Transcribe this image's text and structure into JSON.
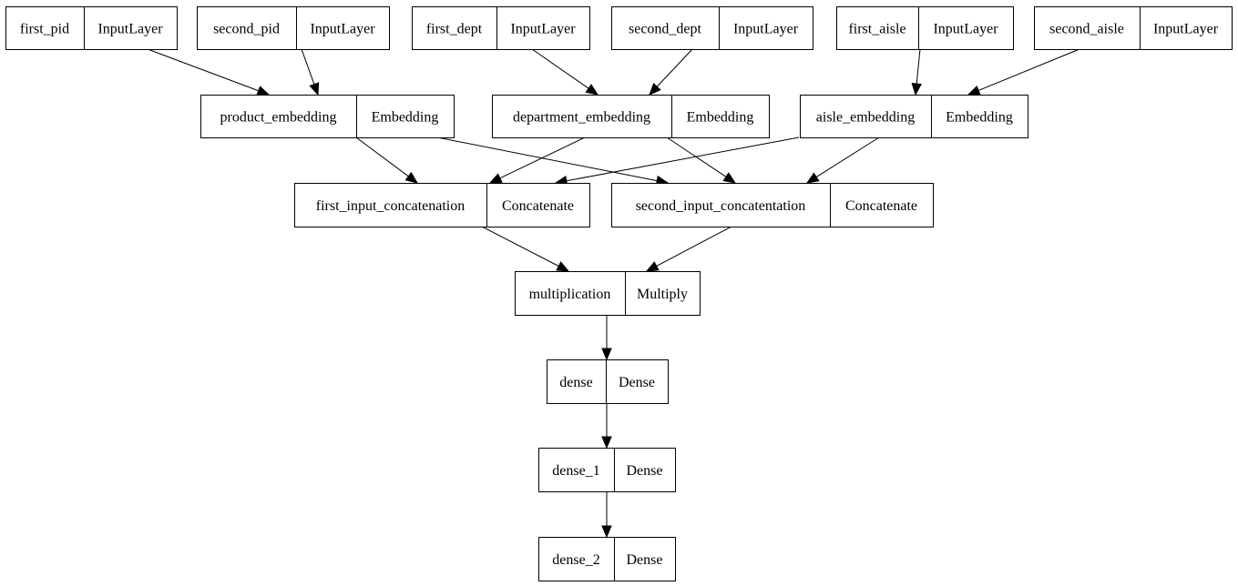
{
  "nodes": [
    {
      "id": "first_pid",
      "name": "first_pid",
      "type": "InputLayer"
    },
    {
      "id": "second_pid",
      "name": "second_pid",
      "type": "InputLayer"
    },
    {
      "id": "first_dept",
      "name": "first_dept",
      "type": "InputLayer"
    },
    {
      "id": "second_dept",
      "name": "second_dept",
      "type": "InputLayer"
    },
    {
      "id": "first_aisle",
      "name": "first_aisle",
      "type": "InputLayer"
    },
    {
      "id": "second_aisle",
      "name": "second_aisle",
      "type": "InputLayer"
    },
    {
      "id": "product_embedding",
      "name": "product_embedding",
      "type": "Embedding"
    },
    {
      "id": "department_embedding",
      "name": "department_embedding",
      "type": "Embedding"
    },
    {
      "id": "aisle_embedding",
      "name": "aisle_embedding",
      "type": "Embedding"
    },
    {
      "id": "first_input_concatenation",
      "name": "first_input_concatenation",
      "type": "Concatenate"
    },
    {
      "id": "second_input_concatentation",
      "name": "second_input_concatentation",
      "type": "Concatenate"
    },
    {
      "id": "multiplication",
      "name": "multiplication",
      "type": "Multiply"
    },
    {
      "id": "dense",
      "name": "dense",
      "type": "Dense"
    },
    {
      "id": "dense_1",
      "name": "dense_1",
      "type": "Dense"
    },
    {
      "id": "dense_2",
      "name": "dense_2",
      "type": "Dense"
    }
  ],
  "edges": [
    {
      "from": "first_pid",
      "to": "product_embedding"
    },
    {
      "from": "second_pid",
      "to": "product_embedding"
    },
    {
      "from": "first_dept",
      "to": "department_embedding"
    },
    {
      "from": "second_dept",
      "to": "department_embedding"
    },
    {
      "from": "first_aisle",
      "to": "aisle_embedding"
    },
    {
      "from": "second_aisle",
      "to": "aisle_embedding"
    },
    {
      "from": "product_embedding",
      "to": "first_input_concatenation"
    },
    {
      "from": "department_embedding",
      "to": "first_input_concatenation"
    },
    {
      "from": "aisle_embedding",
      "to": "first_input_concatenation"
    },
    {
      "from": "product_embedding",
      "to": "second_input_concatentation"
    },
    {
      "from": "department_embedding",
      "to": "second_input_concatentation"
    },
    {
      "from": "aisle_embedding",
      "to": "second_input_concatentation"
    },
    {
      "from": "first_input_concatenation",
      "to": "multiplication"
    },
    {
      "from": "second_input_concatentation",
      "to": "multiplication"
    },
    {
      "from": "multiplication",
      "to": "dense"
    },
    {
      "from": "dense",
      "to": "dense_1"
    },
    {
      "from": "dense_1",
      "to": "dense_2"
    }
  ]
}
